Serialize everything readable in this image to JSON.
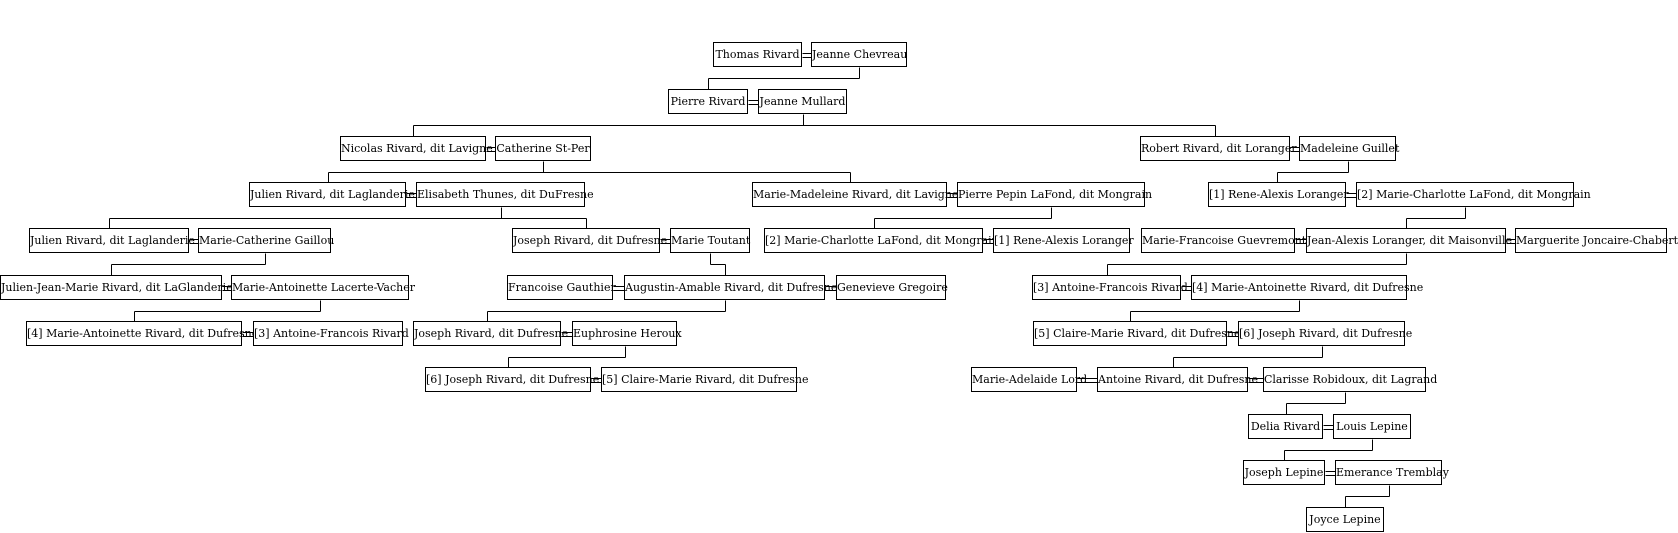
{
  "diagram": {
    "people": [
      {
        "id": "p0",
        "name": "Thomas Rivard"
      },
      {
        "id": "p1",
        "name": "Jeanne Chevreau"
      },
      {
        "id": "p2",
        "name": "Pierre Rivard"
      },
      {
        "id": "p3",
        "name": "Jeanne Mullard"
      },
      {
        "id": "p4",
        "name": "Nicolas Rivard, dit Lavigne"
      },
      {
        "id": "p5",
        "name": "Catherine St-Per"
      },
      {
        "id": "p6",
        "name": "Robert Rivard, dit Loranger"
      },
      {
        "id": "p7",
        "name": "Madeleine Guillet"
      },
      {
        "id": "p8",
        "name": "Julien Rivard, dit Laglanderie"
      },
      {
        "id": "p9",
        "name": "Elisabeth Thunes, dit DuFresne"
      },
      {
        "id": "p10",
        "name": "Marie-Madeleine Rivard, dit Lavigne"
      },
      {
        "id": "p11",
        "name": "Pierre Pepin LaFond, dit Mongrain"
      },
      {
        "id": "p12",
        "name": "[1] Rene-Alexis Loranger"
      },
      {
        "id": "p13",
        "name": "[2] Marie-Charlotte LaFond, dit Mongrain"
      },
      {
        "id": "p14",
        "name": "Julien Rivard, dit Laglanderie"
      },
      {
        "id": "p15",
        "name": "Marie-Catherine Gaillou"
      },
      {
        "id": "p16",
        "name": "Joseph Rivard, dit Dufresne"
      },
      {
        "id": "p17",
        "name": "Marie Toutant"
      },
      {
        "id": "p18",
        "name": "[2] Marie-Charlotte LaFond, dit Mongrain"
      },
      {
        "id": "p19",
        "name": "[1] Rene-Alexis Loranger"
      },
      {
        "id": "p20",
        "name": "Marie-Francoise Guevremont"
      },
      {
        "id": "p21",
        "name": "Jean-Alexis Loranger, dit Maisonville"
      },
      {
        "id": "p22",
        "name": "Marguerite Joncaire-Chabert"
      },
      {
        "id": "p23",
        "name": "Julien-Jean-Marie Rivard, dit LaGlanderie"
      },
      {
        "id": "p24",
        "name": "Marie-Antoinette Lacerte-Vacher"
      },
      {
        "id": "p25",
        "name": "Francoise Gauthier"
      },
      {
        "id": "p26",
        "name": "Augustin-Amable Rivard, dit Dufresne"
      },
      {
        "id": "p27",
        "name": "Genevieve Gregoire"
      },
      {
        "id": "p28",
        "name": "[3] Antoine-Francois Rivard"
      },
      {
        "id": "p29",
        "name": "[4] Marie-Antoinette Rivard, dit Dufresne"
      },
      {
        "id": "p30",
        "name": "[4] Marie-Antoinette Rivard, dit Dufresne"
      },
      {
        "id": "p31",
        "name": "[3] Antoine-Francois Rivard"
      },
      {
        "id": "p32",
        "name": "Joseph Rivard, dit Dufresne"
      },
      {
        "id": "p33",
        "name": "Euphrosine Heroux"
      },
      {
        "id": "p34",
        "name": "[5] Claire-Marie Rivard, dit Dufresne"
      },
      {
        "id": "p35",
        "name": "[6] Joseph Rivard, dit Dufresne"
      },
      {
        "id": "p36",
        "name": "[6] Joseph Rivard, dit Dufresne"
      },
      {
        "id": "p37",
        "name": "[5] Claire-Marie Rivard, dit Dufresne"
      },
      {
        "id": "p38",
        "name": "Marie-Adelaide Lord"
      },
      {
        "id": "p39",
        "name": "Antoine Rivard, dit Dufresne"
      },
      {
        "id": "p40",
        "name": "Clarisse Robidoux, dit Lagrand"
      },
      {
        "id": "p41",
        "name": "Delia Rivard"
      },
      {
        "id": "p42",
        "name": "Louis Lepine"
      },
      {
        "id": "p43",
        "name": "Joseph Lepine"
      },
      {
        "id": "p44",
        "name": "Emerance Tremblay"
      },
      {
        "id": "p45",
        "name": "Joyce Lepine"
      }
    ],
    "marriages": [
      [
        "p0",
        "p1"
      ],
      [
        "p2",
        "p3"
      ],
      [
        "p4",
        "p5"
      ],
      [
        "p6",
        "p7"
      ],
      [
        "p8",
        "p9"
      ],
      [
        "p10",
        "p11"
      ],
      [
        "p12",
        "p13"
      ],
      [
        "p14",
        "p15"
      ],
      [
        "p16",
        "p17"
      ],
      [
        "p18",
        "p19"
      ],
      [
        "p20",
        "p21"
      ],
      [
        "p21",
        "p22"
      ],
      [
        "p23",
        "p24"
      ],
      [
        "p25",
        "p26"
      ],
      [
        "p26",
        "p27"
      ],
      [
        "p28",
        "p29"
      ],
      [
        "p30",
        "p31"
      ],
      [
        "p32",
        "p33"
      ],
      [
        "p34",
        "p35"
      ],
      [
        "p36",
        "p37"
      ],
      [
        "p38",
        "p39"
      ],
      [
        "p39",
        "p40"
      ],
      [
        "p41",
        "p42"
      ],
      [
        "p43",
        "p44"
      ]
    ],
    "descents": [
      {
        "parents": [
          "p0",
          "p1"
        ],
        "children": [
          "p2"
        ]
      },
      {
        "parents": [
          "p2",
          "p3"
        ],
        "children": [
          "p4",
          "p6"
        ]
      },
      {
        "parents": [
          "p4",
          "p5"
        ],
        "children": [
          "p8",
          "p10"
        ]
      },
      {
        "parents": [
          "p6",
          "p7"
        ],
        "children": [
          "p12"
        ]
      },
      {
        "parents": [
          "p8",
          "p9"
        ],
        "children": [
          "p14",
          "p16"
        ]
      },
      {
        "parents": [
          "p10",
          "p11"
        ],
        "children": [
          "p18"
        ]
      },
      {
        "parents": [
          "p12",
          "p13"
        ],
        "children": [
          "p21"
        ]
      },
      {
        "parents": [
          "p14",
          "p15"
        ],
        "children": [
          "p23"
        ]
      },
      {
        "parents": [
          "p16",
          "p17"
        ],
        "children": [
          "p26"
        ]
      },
      {
        "parents": [
          "p20",
          "p21"
        ],
        "children": [
          "p28"
        ]
      },
      {
        "parents": [
          "p23",
          "p24"
        ],
        "children": [
          "p30"
        ]
      },
      {
        "parents": [
          "p25",
          "p26"
        ],
        "children": [
          "p32"
        ]
      },
      {
        "parents": [
          "p28",
          "p29"
        ],
        "children": [
          "p34"
        ]
      },
      {
        "parents": [
          "p32",
          "p33"
        ],
        "children": [
          "p36"
        ]
      },
      {
        "parents": [
          "p34",
          "p35"
        ],
        "children": [
          "p39"
        ]
      },
      {
        "parents": [
          "p39",
          "p40"
        ],
        "children": [
          "p41"
        ]
      },
      {
        "parents": [
          "p41",
          "p42"
        ],
        "children": [
          "p43"
        ]
      },
      {
        "parents": [
          "p43",
          "p44"
        ],
        "children": [
          "p45"
        ]
      }
    ]
  }
}
